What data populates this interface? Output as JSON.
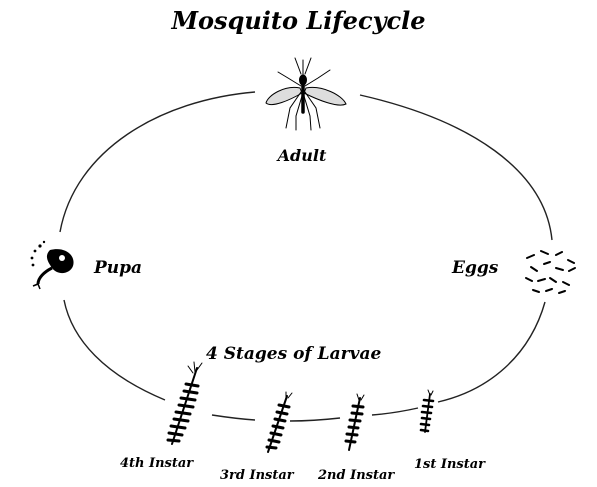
{
  "title": "Mosquito Lifecycle",
  "stages": {
    "adult": "Adult",
    "pupa": "Pupa",
    "eggs": "Eggs",
    "larvae": "4 Stages of Larvae"
  },
  "instars": [
    "4th Instar",
    "3rd Instar",
    "2nd Instar",
    "1st Instar"
  ],
  "colors": {
    "ink": "#000000",
    "background": "#ffffff"
  },
  "icons": [
    "mosquito-icon",
    "pupa-icon",
    "eggs-icon",
    "larva-icon"
  ]
}
